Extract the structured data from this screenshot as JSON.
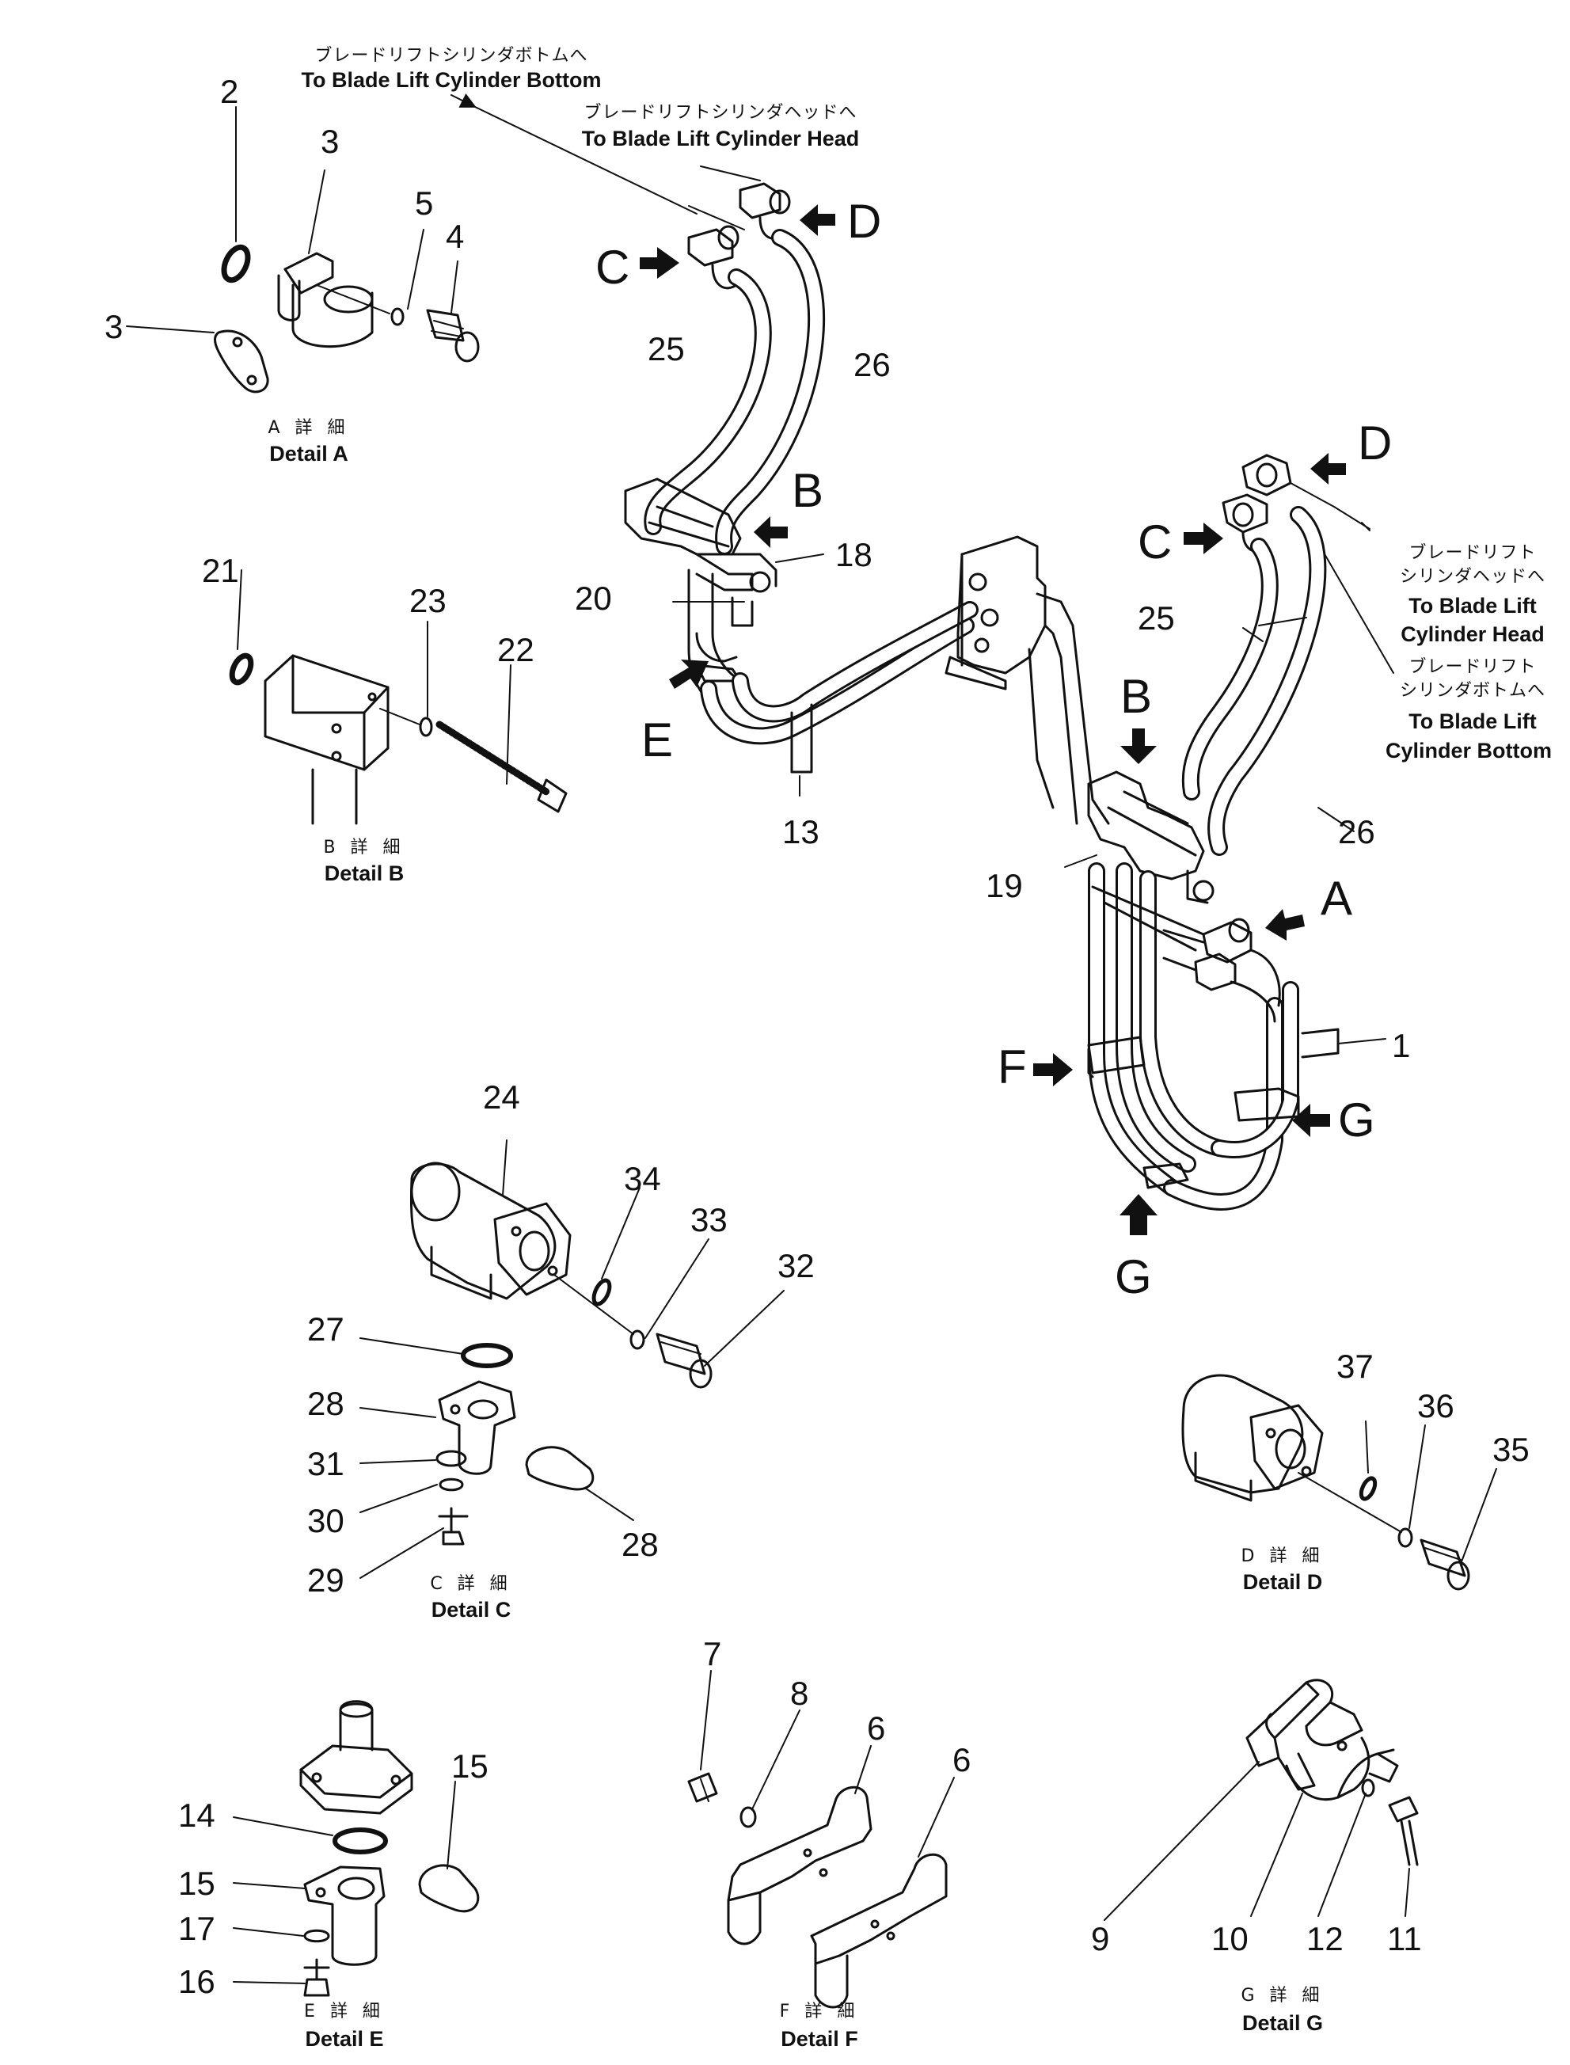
{
  "callouts": {
    "c1": "1",
    "c2": "2",
    "c3a": "3",
    "c3b": "3",
    "c4": "4",
    "c5": "5",
    "c6a": "6",
    "c6b": "6",
    "c7": "7",
    "c8": "8",
    "c9": "9",
    "c10": "10",
    "c11": "11",
    "c12": "12",
    "c13": "13",
    "c14": "14",
    "c15a": "15",
    "c15b": "15",
    "c16": "16",
    "c17": "17",
    "c18": "18",
    "c19": "19",
    "c20": "20",
    "c21": "21",
    "c22": "22",
    "c23": "23",
    "c24": "24",
    "c25a": "25",
    "c25b": "25",
    "c26a": "26",
    "c26b": "26",
    "c27": "27",
    "c28a": "28",
    "c28b": "28",
    "c29": "29",
    "c30": "30",
    "c31": "31",
    "c32": "32",
    "c33": "33",
    "c34": "34",
    "c35": "35",
    "c36": "36",
    "c37": "37"
  },
  "arrows": {
    "a_c1": "C",
    "a_d1": "D",
    "a_b1": "B",
    "a_e": "E",
    "a_c2": "C",
    "a_d2": "D",
    "a_b2": "B",
    "a_a": "A",
    "a_f": "F",
    "a_g1": "G",
    "a_g2": "G"
  },
  "notes": {
    "top_bottom_jp": "ブレードリフトシリンダボトムへ",
    "top_bottom_en": "To Blade Lift Cylinder Bottom",
    "top_head_jp": "ブレードリフトシリンダヘッドへ",
    "top_head_en": "To Blade Lift Cylinder Head",
    "right_head_jp1": "ブレードリフト",
    "right_head_jp2": "シリンダヘッドへ",
    "right_head_en1": "To Blade Lift",
    "right_head_en2": "Cylinder Head",
    "right_bottom_jp1": "ブレードリフト",
    "right_bottom_jp2": "シリンダボトムへ",
    "right_bottom_en1": "To Blade Lift",
    "right_bottom_en2": "Cylinder Bottom"
  },
  "details": {
    "a_jp": "A 詳 細",
    "a_en": "Detail A",
    "b_jp": "B 詳 細",
    "b_en": "Detail B",
    "c_jp": "C 詳 細",
    "c_en": "Detail C",
    "d_jp": "D 詳 細",
    "d_en": "Detail D",
    "e_jp": "E 詳 細",
    "e_en": "Detail E",
    "f_jp": "F 詳 細",
    "f_en": "Detail F",
    "g_jp": "G 詳 細",
    "g_en": "Detail G"
  },
  "colors": {
    "ink": "#111111",
    "paper": "#ffffff"
  }
}
